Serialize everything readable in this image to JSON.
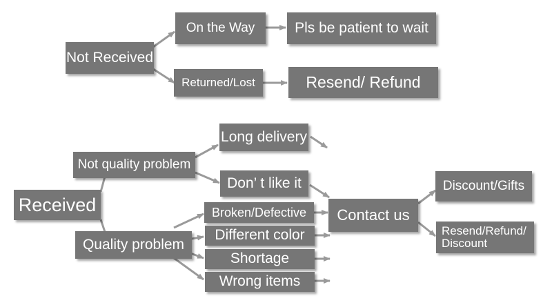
{
  "colors": {
    "box": "#767676",
    "text": "#ffffff",
    "line": "#9a9a9a"
  },
  "nodes": {
    "not_received": "Not Received",
    "on_the_way": "On the Way",
    "patient": "Pls be patient to wait",
    "returned_lost": "Returned/Lost",
    "resend_refund": "Resend/ Refund",
    "received": "Received",
    "not_quality": "Not quality problem",
    "long_delivery": "Long delivery",
    "dont_like": "Don’ t like it",
    "quality": "Quality problem",
    "broken": "Broken/Defective",
    "different_color": "Different color",
    "shortage": "Shortage",
    "wrong_items": "Wrong items",
    "contact_us": "Contact us",
    "discount_gifts": "Discount/Gifts",
    "resend_refund_discount_1": "Resend/Refund/",
    "resend_refund_discount_2": "Discount"
  }
}
